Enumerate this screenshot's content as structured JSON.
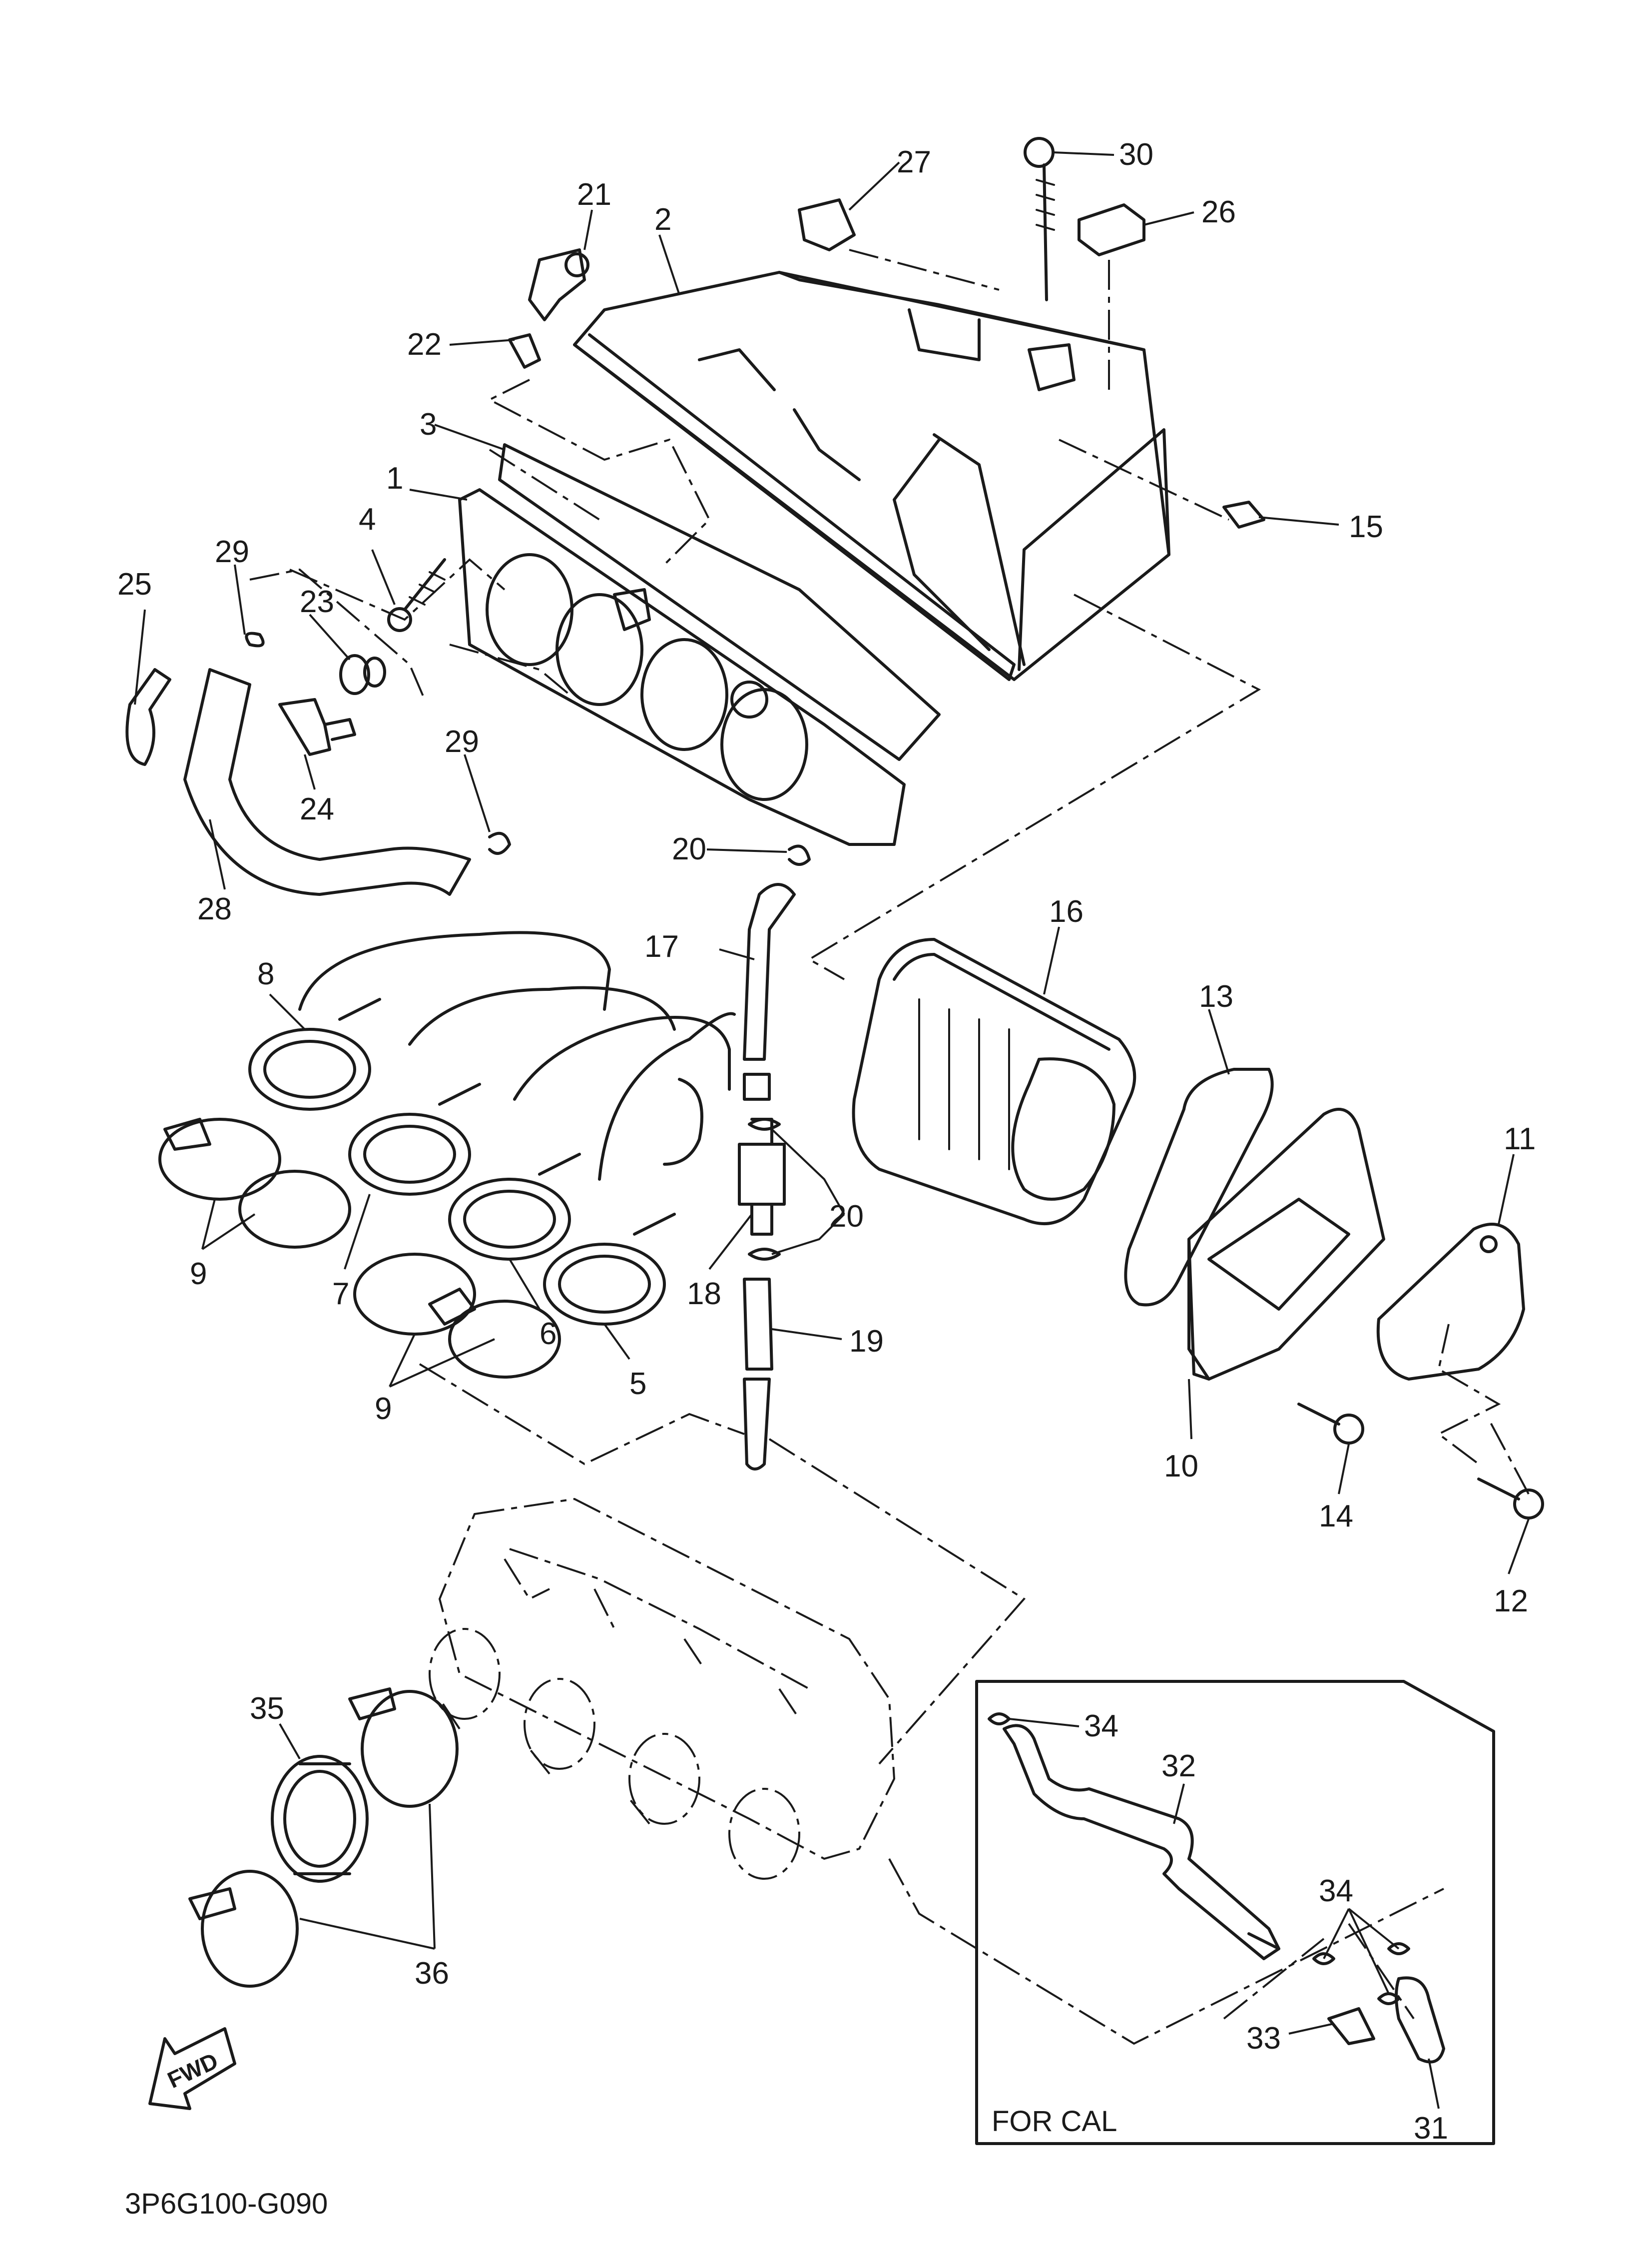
{
  "drawing_code": "3P6G100-G090",
  "inset_label": "FOR CAL",
  "fwd_label": "FWD",
  "callouts": {
    "c1": "1",
    "c2": "2",
    "c3": "3",
    "c4": "4",
    "c5": "5",
    "c6": "6",
    "c7": "7",
    "c8": "8",
    "c9a": "9",
    "c9b": "9",
    "c10": "10",
    "c11": "11",
    "c12": "12",
    "c13": "13",
    "c14": "14",
    "c15": "15",
    "c16": "16",
    "c17": "17",
    "c18": "18",
    "c19": "19",
    "c20a": "20",
    "c20b": "20",
    "c21": "21",
    "c22": "22",
    "c23": "23",
    "c24": "24",
    "c25": "25",
    "c26": "26",
    "c27": "27",
    "c28": "28",
    "c29a": "29",
    "c29b": "29",
    "c30": "30",
    "c31": "31",
    "c32": "32",
    "c33": "33",
    "c34a": "34",
    "c34b": "34",
    "c35": "35",
    "c36": "36"
  }
}
